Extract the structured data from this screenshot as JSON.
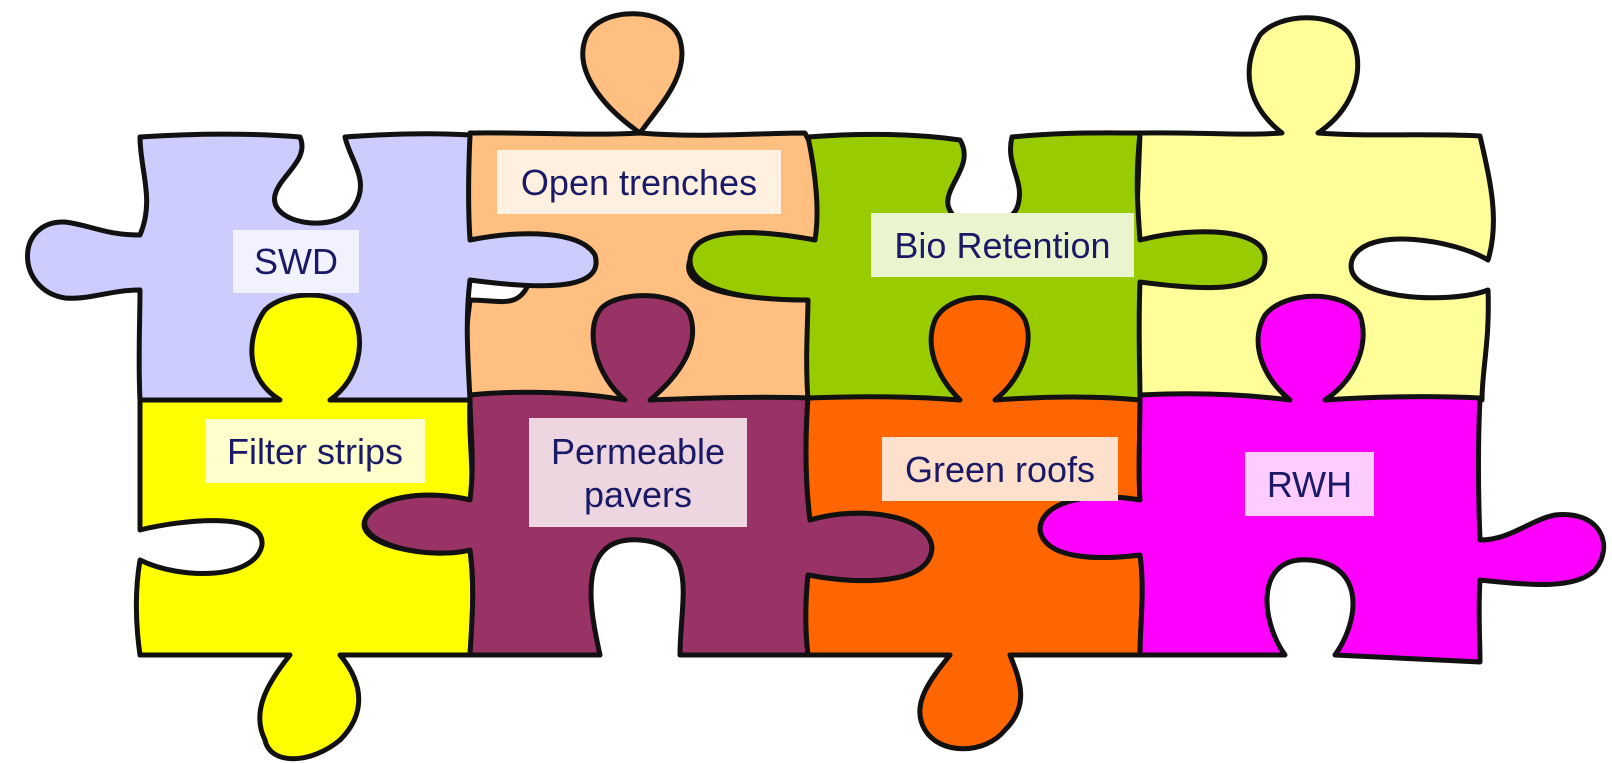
{
  "pieces": [
    {
      "key": "swd",
      "label": "SWD",
      "fill": "#ccccff",
      "label_bg": "#f2f2ff"
    },
    {
      "key": "open_trenches",
      "label": "Open trenches",
      "fill": "#ffbf80",
      "label_bg": "#fff0e0"
    },
    {
      "key": "bio_retention",
      "label": "Bio Retention",
      "fill": "#99cc00",
      "label_bg": "#eaf5d0"
    },
    {
      "key": "blank",
      "label": "",
      "fill": "#ffff99",
      "label_bg": ""
    },
    {
      "key": "filter_strips",
      "label": "Filter strips",
      "fill": "#ffff00",
      "label_bg": "#ffffcc"
    },
    {
      "key": "permeable_pavers",
      "label": "Permeable pavers",
      "fill": "#993366",
      "label_bg": "#eed6e0"
    },
    {
      "key": "green_roofs",
      "label": "Green roofs",
      "fill": "#ff6600",
      "label_bg": "#ffe0cc"
    },
    {
      "key": "rwh",
      "label": "RWH",
      "fill": "#ff00ff",
      "label_bg": "#ffccff"
    }
  ]
}
